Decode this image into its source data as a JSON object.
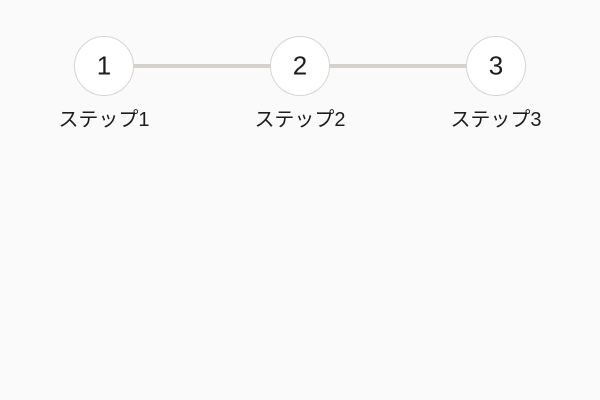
{
  "page": {
    "background_color": "#fafafa",
    "text_color": "#1d1d1d"
  },
  "stepper": {
    "orientation": "horizontal",
    "circle_fill": "#ffffff",
    "circle_border_color": "#d8d4cf",
    "connector_color": "#d5d1cc",
    "steps": [
      {
        "number": "1",
        "label": "ステップ1"
      },
      {
        "number": "2",
        "label": "ステップ2"
      },
      {
        "number": "3",
        "label": "ステップ3"
      }
    ]
  }
}
